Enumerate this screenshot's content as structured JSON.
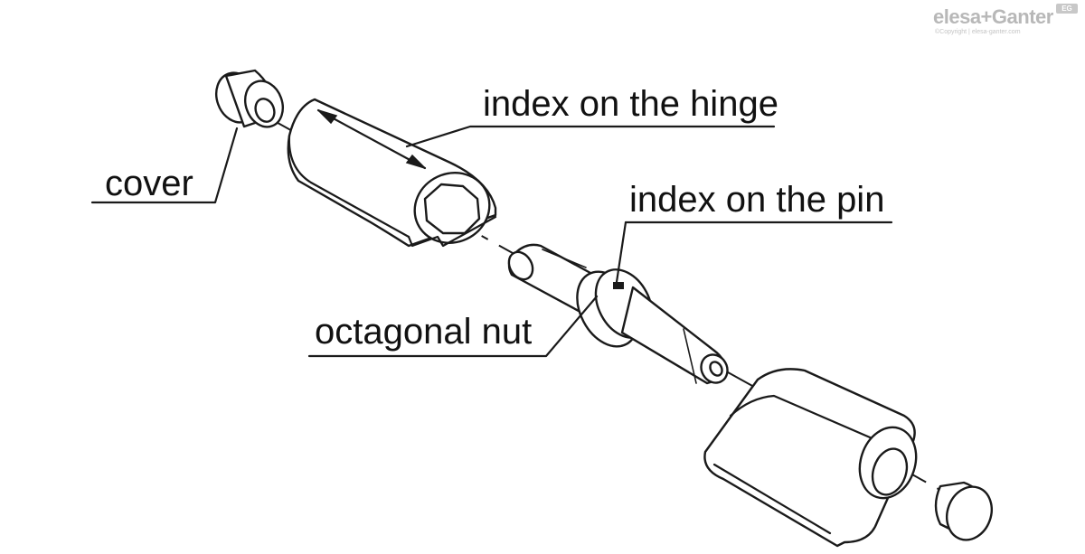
{
  "logo": {
    "brand": "elesa+Ganter",
    "badge": "EG",
    "copyright": "©Copyright | elesa-ganter.com"
  },
  "labels": {
    "index_on_hinge": "index on the hinge",
    "cover": "cover",
    "index_on_pin": "index on the pin",
    "octagonal_nut": "octagonal nut"
  },
  "colors": {
    "line": "#1a1a1a",
    "logo_gray": "#b8b8b8",
    "background": "#ffffff"
  }
}
